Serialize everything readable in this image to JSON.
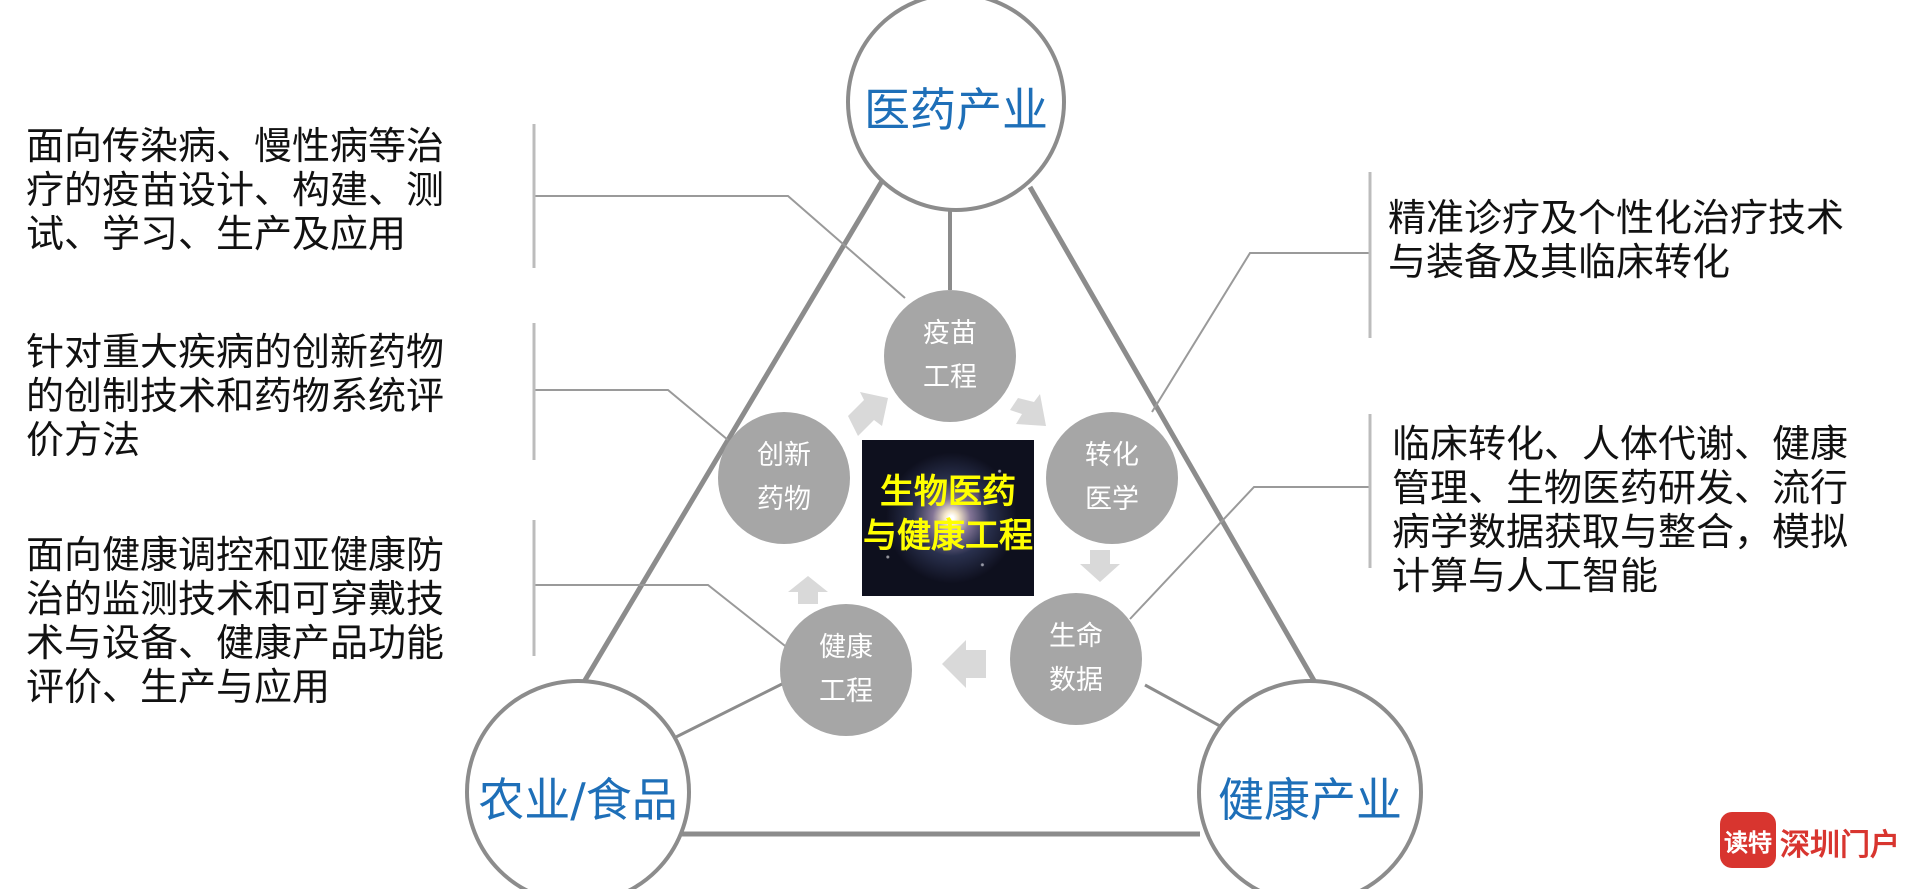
{
  "hubs": {
    "pharma": "医药产业",
    "agri_food": "农业/食品",
    "health_industry": "健康产业"
  },
  "center": "生物医药\n与健康工程",
  "nodes": {
    "vaccine": "疫苗\n工程",
    "translational": "转化\n医学",
    "life_data": "生命\n数据",
    "health_eng": "健康\n工程",
    "innovative_drug": "创新\n药物"
  },
  "descriptions": {
    "vaccine": "面向传染病、慢性病等治\n疗的疫苗设计、构建、测\n试、学习、生产及应用",
    "innovative_drug": "针对重大疾病的创新药物\n的创制技术和药物系统评\n价方法",
    "health_eng": "面向健康调控和亚健康防\n治的监测技术和可穿戴技\n术与设备、健康产品功能\n评价、生产与应用",
    "translational": "精准诊疗及个性化治疗技术\n与装备及其临床转化",
    "life_data": "临床转化、人体代谢、健康\n管理、生物医药研发、流行\n病学数据获取与整合，模拟\n计算与人工智能"
  },
  "watermark": {
    "badge": "读特",
    "text": "深圳门户"
  },
  "colors": {
    "hub_text": "#1e6fb8",
    "node_fill": "#a6a6a6",
    "line": "#8c8c8c",
    "center_text": "#ffff00",
    "watermark": "#d8352f"
  }
}
